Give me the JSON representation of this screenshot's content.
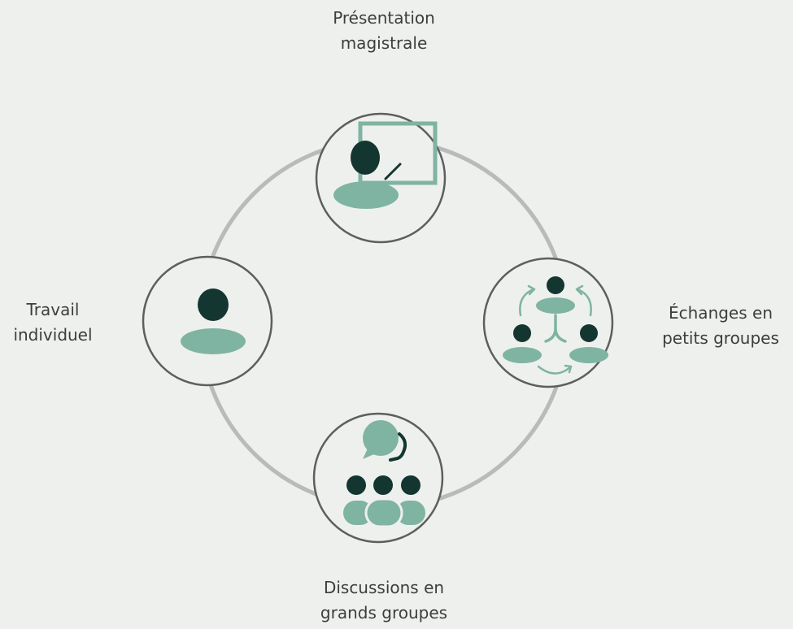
{
  "nodes": {
    "top": {
      "line1": "Présentation",
      "line2": "magistrale"
    },
    "left": {
      "line1": "Travail",
      "line2": "individuel"
    },
    "right": {
      "line1": "Échanges en",
      "line2": "petits groupes"
    },
    "bottom": {
      "line1": "Discussions en",
      "line2": "grands groupes"
    }
  },
  "colors": {
    "background": "#eef0ee",
    "ring": "#b9bbba",
    "node_border": "#5d5f5e",
    "dark": "#143630",
    "accent": "#7fb4a2"
  }
}
